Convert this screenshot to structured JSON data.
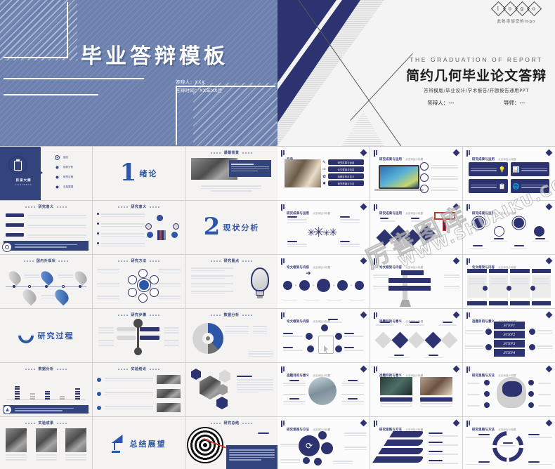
{
  "left": {
    "cover": {
      "title": "毕业答辩模板",
      "presenter": "答辩人：XXX",
      "date": "答辩时间：XX年XX月"
    },
    "slides": [
      {
        "header": "目录大纲",
        "kind": "toc",
        "badge": "目录大纲",
        "badge_sub": "CONTENTS",
        "items": [
          "绪论",
          "现状分析",
          "研究过程",
          "总结展望"
        ]
      },
      {
        "header": "目录大纲",
        "kind": "toc-list",
        "items": [
          "绪论",
          "现状分析",
          "研究过程",
          "总结展望"
        ]
      },
      {
        "header": "绪论",
        "kind": "section",
        "number": "1",
        "section": "绪论"
      },
      {
        "header": "课题背景",
        "kind": "photo-text",
        "caption": "课题研究背景"
      },
      {
        "header": "研究意义",
        "kind": "bars-text"
      },
      {
        "header": "研究意义",
        "kind": "icons-row"
      },
      {
        "header": "现状分析",
        "kind": "section2",
        "number": "2",
        "section": "现状分析"
      },
      {
        "header": "国内外现状",
        "kind": "timeline"
      },
      {
        "header": "研究方法",
        "kind": "hexwheel"
      },
      {
        "header": "研究重点",
        "kind": "bulb"
      },
      {
        "header": "研究过程",
        "kind": "section3",
        "section": "研究过程"
      },
      {
        "header": "研究步骤",
        "kind": "key"
      },
      {
        "header": "数据分析",
        "kind": "donut"
      },
      {
        "header": "数据分析",
        "kind": "chart"
      },
      {
        "header": "实验结论",
        "kind": "list-photos"
      },
      {
        "header": "实验结论",
        "kind": "hexphoto"
      },
      {
        "header": "实验成果",
        "kind": "three-photos"
      },
      {
        "header": "总结展望",
        "kind": "section4",
        "section": "总结展望"
      },
      {
        "header": "研究总结",
        "kind": "spiral"
      }
    ]
  },
  "right": {
    "cover": {
      "logo_letters": [
        "l",
        "o",
        "g",
        "o"
      ],
      "logo_sub": "此处添加您的logo",
      "title_en": "THE GRADUATION OF REPORT",
      "title_cn": "简约几何毕业论文答辩",
      "subtitle": "答辩模版/毕业设计/学术报告/开题报告通用PPT",
      "presenter": "答辩人：---",
      "advisor": "导师：---"
    },
    "watermark_cn": "厉害图库",
    "watermark_en": "WWW.SHUAIKU.COM",
    "slides": [
      {
        "title": "目录",
        "sub": "CONTENTS",
        "kind": "toc-photo",
        "items": [
          "研究成果与运用",
          "论文框架与内容",
          "选题目的与意义",
          "研究思路与方法"
        ]
      },
      {
        "title": "研究成果与运用",
        "sub": "点击添加小标题",
        "kind": "laptop"
      },
      {
        "title": "研究成果与运用",
        "sub": "点击添加小标题",
        "kind": "four-cards"
      },
      {
        "title": "研究成果与运用",
        "sub": "点击添加小标题",
        "kind": "gears"
      },
      {
        "title": "研究成果与运用",
        "sub": "点击添加小标题",
        "kind": "diamond-chain"
      },
      {
        "title": "研究成果与运用",
        "sub": "点击添加小标题",
        "kind": "circle-icons"
      },
      {
        "title": "论文框架与内容",
        "sub": "点击添加小标题",
        "kind": "arrow-flow"
      },
      {
        "title": "论文框架与内容",
        "sub": "点击添加小标题",
        "kind": "signpost"
      },
      {
        "title": "论文框架与内容",
        "sub": "点击添加小标题",
        "kind": "table-grid"
      },
      {
        "title": "论文框架与内容",
        "sub": "点击添加小标题",
        "kind": "mindmap"
      },
      {
        "title": "选题目的与意义",
        "sub": "点击添加小标题",
        "kind": "diamond-row"
      },
      {
        "title": "选题目的与意义",
        "sub": "点击添加小标题",
        "kind": "steps",
        "steps": [
          "STEP1",
          "STEP2",
          "STEP3",
          "STEP4"
        ]
      },
      {
        "title": "选题目的与意义",
        "sub": "点击添加小标题",
        "kind": "circle-photo"
      },
      {
        "title": "选题目的与意义",
        "sub": "点击添加小标题",
        "kind": "two-photos"
      },
      {
        "title": "研究思路与方法",
        "sub": "点击添加小标题",
        "kind": "brain"
      },
      {
        "title": "研究思路与方法",
        "sub": "点击添加小标题",
        "kind": "circle-cluster"
      },
      {
        "title": "研究思路与方法",
        "sub": "点击添加小标题",
        "kind": "stairs"
      },
      {
        "title": "研究思路与方法",
        "sub": "点击添加小标题",
        "kind": "cycle-ring"
      }
    ]
  },
  "colors": {
    "left_cover_bg": "#6c81ad",
    "navy": "#2d3270",
    "accent_blue": "#2d56a8",
    "panel_bg": "#f4f3f1"
  }
}
